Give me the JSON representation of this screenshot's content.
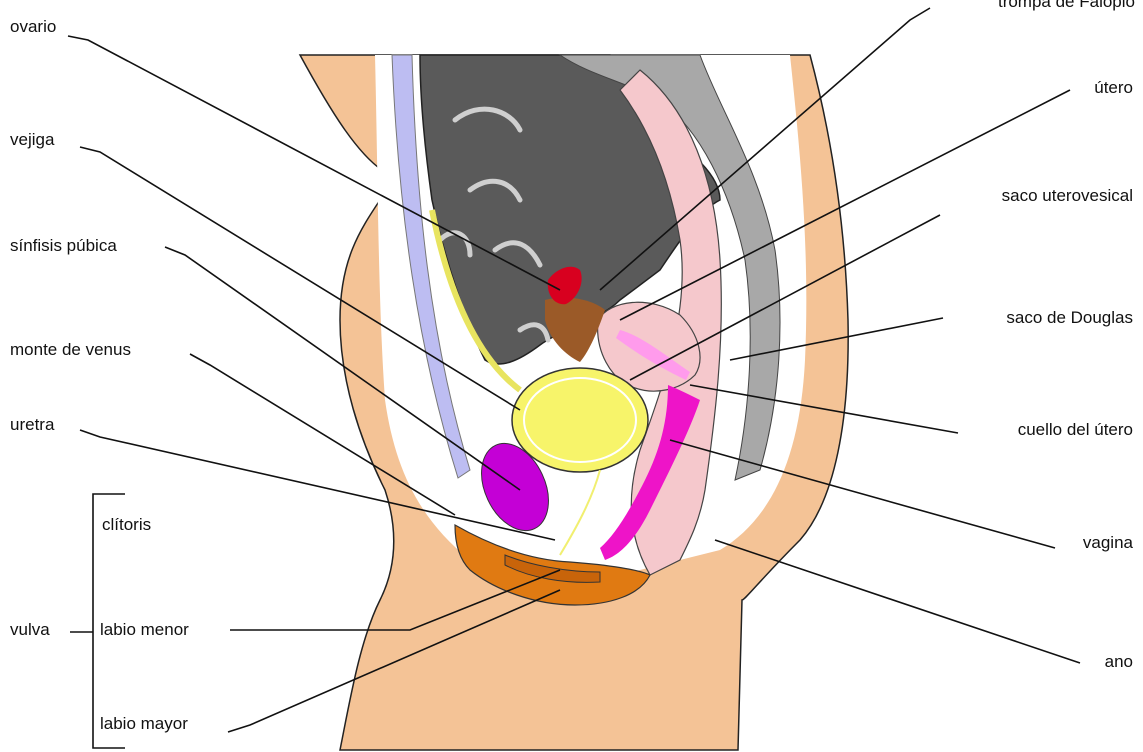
{
  "labels": {
    "trompa": "trompa de Falopio",
    "ovario": "ovario",
    "utero": "útero",
    "vejiga": "vejiga",
    "saco_uterovesical": "saco uterovesical",
    "sinfisis": "sínfisis púbica",
    "saco_douglas": "saco de Douglas",
    "monte_venus": "monte de venus",
    "cuello_utero": "cuello del útero",
    "uretra": "uretra",
    "clitoris": "clítoris",
    "vagina": "vagina",
    "vulva": "vulva",
    "labio_menor": "labio menor",
    "ano": "ano",
    "labio_mayor": "labio mayor"
  },
  "colors": {
    "skin": "#f4c396",
    "pink": "#f5c8cc",
    "dark_gray": "#5a5a5a",
    "gray": "#a8a8a8",
    "bladder": "#f7f46a",
    "ureter": "#f1ef70",
    "pubis": "#c400d6",
    "vagina": "#ee14c8",
    "cervix_pink": "#ff9bec",
    "labia": "#e07a12",
    "ovary": "#d8001f",
    "brown": "#9b5a28",
    "lavender": "#bdbdf2",
    "line": "#111111"
  }
}
